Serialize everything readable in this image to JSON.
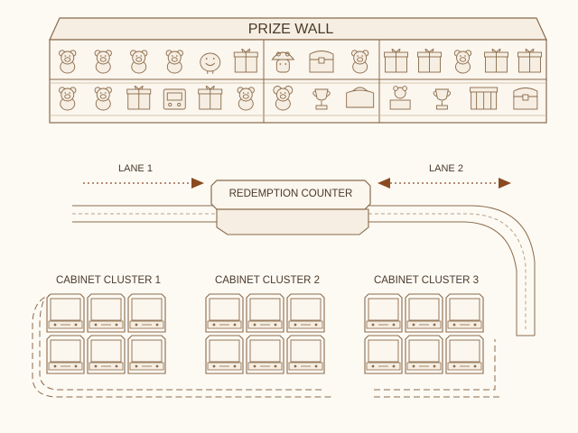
{
  "prize_wall": {
    "title": "PRIZE WALL",
    "sections": [
      {
        "top": [
          "teddy-bear",
          "teddy-bear",
          "teddy-bear",
          "teddy-bear",
          "duck-plush",
          "gift-box"
        ],
        "bottom": [
          "teddy-bear",
          "teddy-bear",
          "gift-box",
          "game-console",
          "gift-box",
          "teddy-bear"
        ]
      },
      {
        "top": [
          "mushroom-plush",
          "treasure-chest",
          "teddy-bear"
        ],
        "bottom": [
          "mouse-plush",
          "trophy",
          "bag"
        ]
      },
      {
        "top": [
          "gift-box",
          "gift-box",
          "teddy-bear",
          "gift-box",
          "gift-box"
        ],
        "bottom": [
          "bear-stack",
          "trophy",
          "gift-crate",
          "treasure-chest"
        ]
      }
    ]
  },
  "lanes": {
    "lane1": {
      "label": "LANE 1",
      "direction": "right"
    },
    "lane2": {
      "label": "LANE 2",
      "direction": "both"
    }
  },
  "counter": {
    "label": "REDEMPTION COUNTER"
  },
  "clusters": [
    {
      "label": "CABINET CLUSTER 1",
      "rows": 2,
      "cols": 3
    },
    {
      "label": "CABINET CLUSTER 2",
      "rows": 2,
      "cols": 3
    },
    {
      "label": "CABINET CLUSTER 3",
      "rows": 2,
      "cols": 3
    }
  ],
  "colors": {
    "line": "#8a6a4a",
    "arrow": "#8a4a20",
    "paper": "#fdfaf4",
    "fill": "#f6eee2"
  }
}
